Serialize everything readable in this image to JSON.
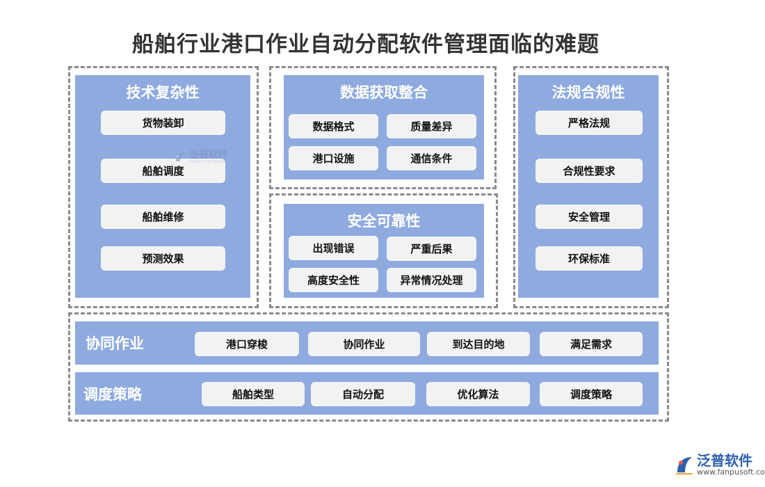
{
  "title": "船舶行业港口作业自动分配软件管理面临的难题",
  "panels": {
    "tech": {
      "title": "技术复杂性",
      "items": [
        "货物装卸",
        "船舶调度",
        "船舶维修",
        "预测效果"
      ]
    },
    "data": {
      "title": "数据获取整合",
      "items": [
        "数据格式",
        "质量差异",
        "港口设施",
        "通信条件"
      ]
    },
    "safety": {
      "title": "安全可靠性",
      "items": [
        "出现错误",
        "严重后果",
        "高度安全性",
        "异常情况处理"
      ]
    },
    "law": {
      "title": "法规合规性",
      "items": [
        "严格法规",
        "合规性要求",
        "安全管理",
        "环保标准"
      ]
    }
  },
  "rows": {
    "collab": {
      "title": "协同作业",
      "items": [
        "港口穿梭",
        "协同作业",
        "到达目的地",
        "满足需求"
      ]
    },
    "sched": {
      "title": "调度策略",
      "items": [
        "船舶类型",
        "自动分配",
        "优化算法",
        "调度策略"
      ]
    }
  },
  "watermark": {
    "name": "泛普软件",
    "sub": "FANPU SOFTWARE"
  },
  "logo": {
    "name": "泛普软件",
    "url": "www.fanpusoft.com"
  },
  "colors": {
    "panel": "#8eaadf",
    "pill": "#f2f2f2",
    "dash": "#8a8a8a",
    "title": "#333333",
    "logo": "#2d5fb0"
  }
}
